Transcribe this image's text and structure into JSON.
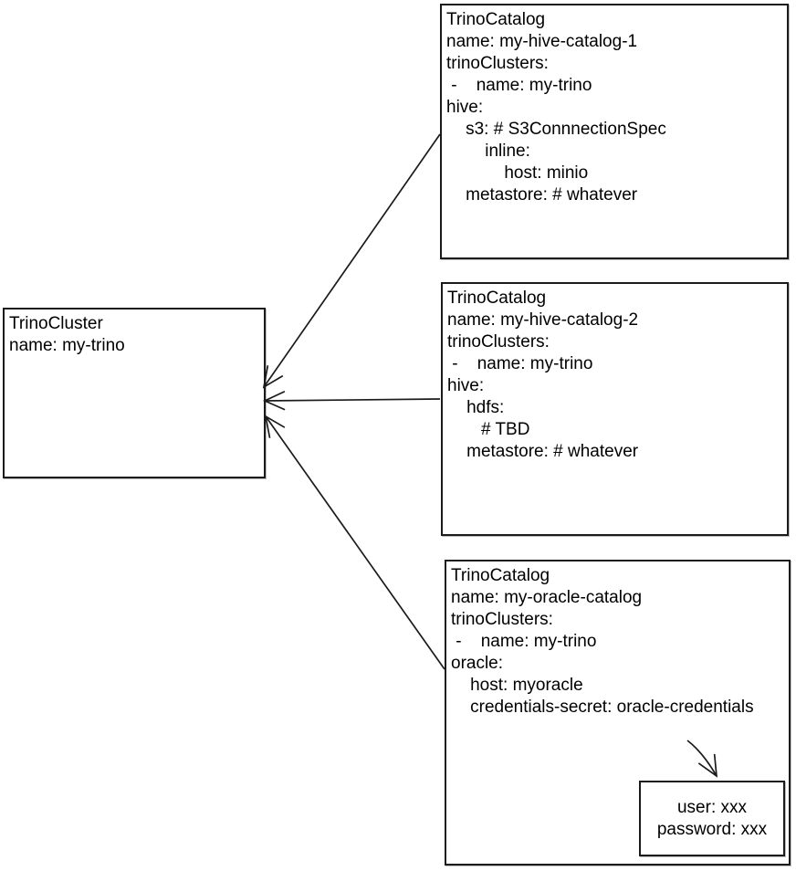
{
  "colors": {
    "stroke": "#1b1b1b",
    "background": "#ffffff",
    "text": "#000000"
  },
  "cluster_box": {
    "lines": [
      "TrinoCluster",
      "name: my-trino"
    ]
  },
  "catalog_boxes": [
    {
      "lines": [
        "TrinoCatalog",
        "name: my-hive-catalog-1",
        "trinoClusters:",
        " -    name: my-trino",
        "hive:",
        "    s3: # S3ConnnectionSpec",
        "        inline:",
        "            host: minio",
        "    metastore: # whatever"
      ]
    },
    {
      "lines": [
        "TrinoCatalog",
        "name: my-hive-catalog-2",
        "trinoClusters:",
        " -    name: my-trino",
        "hive:",
        "    hdfs:",
        "       # TBD",
        "    metastore: # whatever"
      ]
    },
    {
      "lines": [
        "TrinoCatalog",
        "name: my-oracle-catalog",
        "trinoClusters:",
        " -    name: my-trino",
        "oracle:",
        "    host: myoracle",
        "    credentials-secret: oracle-credentials"
      ]
    }
  ],
  "credentials_box": {
    "lines": [
      "user: xxx",
      "password: xxx"
    ]
  }
}
